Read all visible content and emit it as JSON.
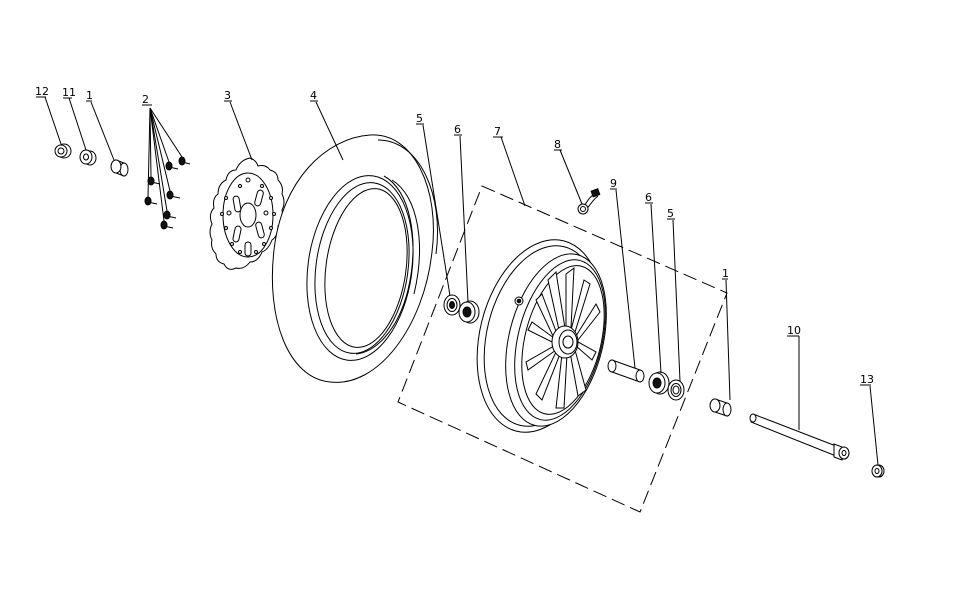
{
  "callouts": {
    "c12": "12",
    "c11": "11",
    "c1a": "1",
    "c2": "2",
    "c3": "3",
    "c4": "4",
    "c5a": "5",
    "c6a": "6",
    "c7": "7",
    "c8": "8",
    "c9": "9",
    "c6b": "6",
    "c5b": "5",
    "c1b": "1",
    "c10": "10",
    "c13": "13"
  }
}
